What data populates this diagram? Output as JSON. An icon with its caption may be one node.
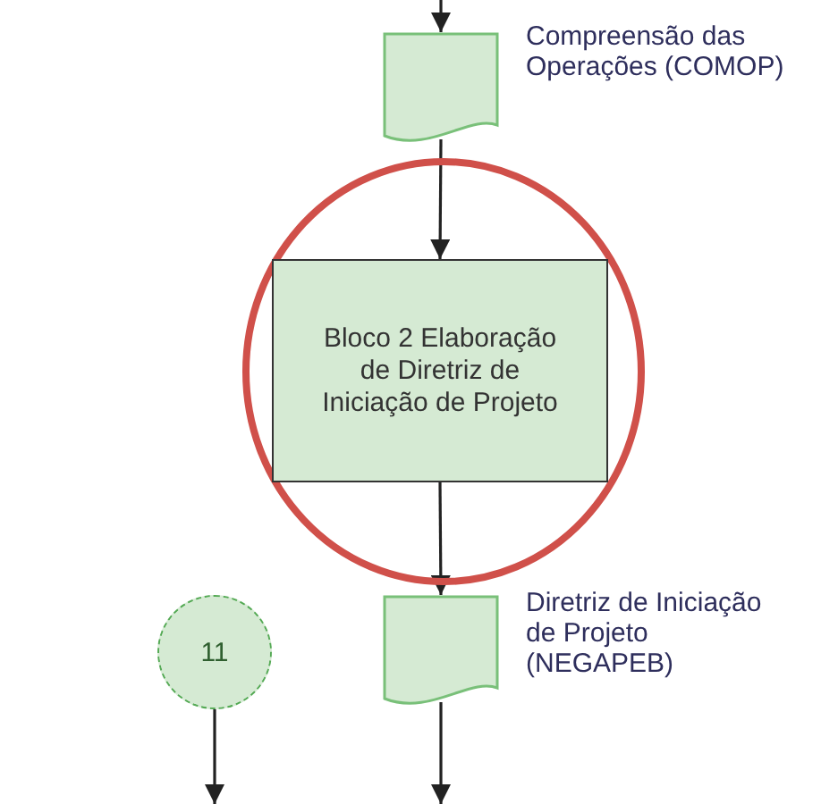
{
  "diagram": {
    "nodes": [
      {
        "text": [],
        "shape": "document",
        "beside": [
          "Compreensão das Operações (COMOP)"
        ]
      },
      {
        "text": [],
        "shape": "circle"
      },
      {
        "text": [
          "Bloco 2 Elaboração de Diretriz de Iniciação de Projeto"
        ],
        "in": 1
      },
      {
        "text": [
          "11"
        ]
      },
      {
        "text": [],
        "shape": "document",
        "beside": [
          "Diretriz de Iniciação de Projeto (NEGAPEB)"
        ]
      }
    ],
    "edges": [
      {
        "from": null,
        "to": 0,
        "arrow": "to"
      },
      {
        "from": 0,
        "to": 2,
        "arrow": "to"
      },
      {
        "from": 2,
        "to": 4,
        "arrow": "to"
      },
      {
        "from": 3,
        "to": null,
        "arrow": "to"
      },
      {
        "from": 4,
        "to": null,
        "arrow": "to"
      }
    ]
  }
}
